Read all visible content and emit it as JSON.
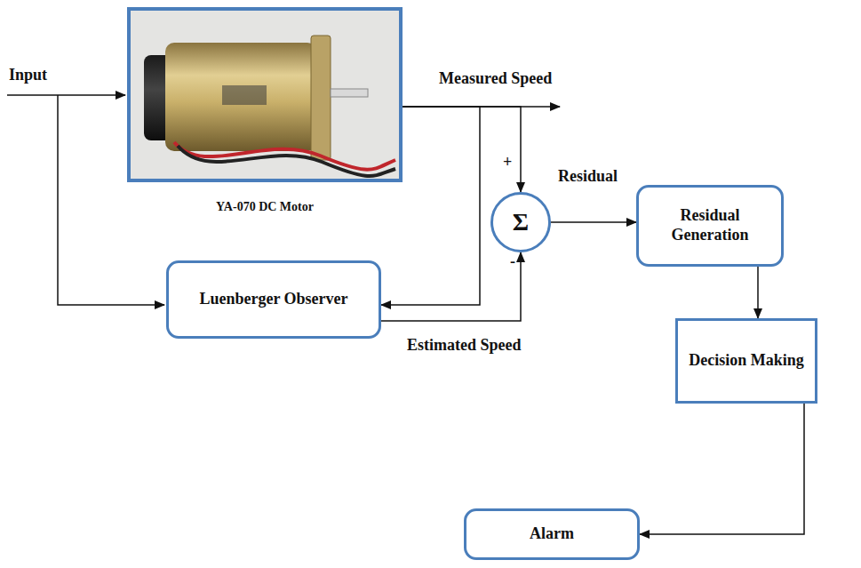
{
  "diagram": {
    "nodes": [
      {
        "text": [
          "YA-070 DC Motor"
        ]
      },
      {
        "text": [
          "Σ"
        ]
      },
      {
        "text": [
          "Residual Generation"
        ]
      },
      {
        "text": [
          "Luenberger Observer"
        ]
      },
      {
        "text": [
          "Decision Making"
        ]
      },
      {
        "text": [
          "Alarm"
        ]
      }
    ],
    "edges": [
      {
        "from": 0,
        "to": 1,
        "arrow": "to"
      },
      {
        "from": 0,
        "to": 3,
        "arrow": "to"
      },
      {
        "from": 3,
        "to": 1,
        "arrow": "to"
      },
      {
        "from": 1,
        "to": 2,
        "arrow": "to"
      },
      {
        "from": 2,
        "to": 4,
        "arrow": "to"
      },
      {
        "from": 4,
        "to": 5,
        "arrow": "to"
      }
    ],
    "labels": [
      "Input",
      "Measured Speed",
      "+",
      "-",
      "Residual",
      "Estimated Speed"
    ]
  }
}
